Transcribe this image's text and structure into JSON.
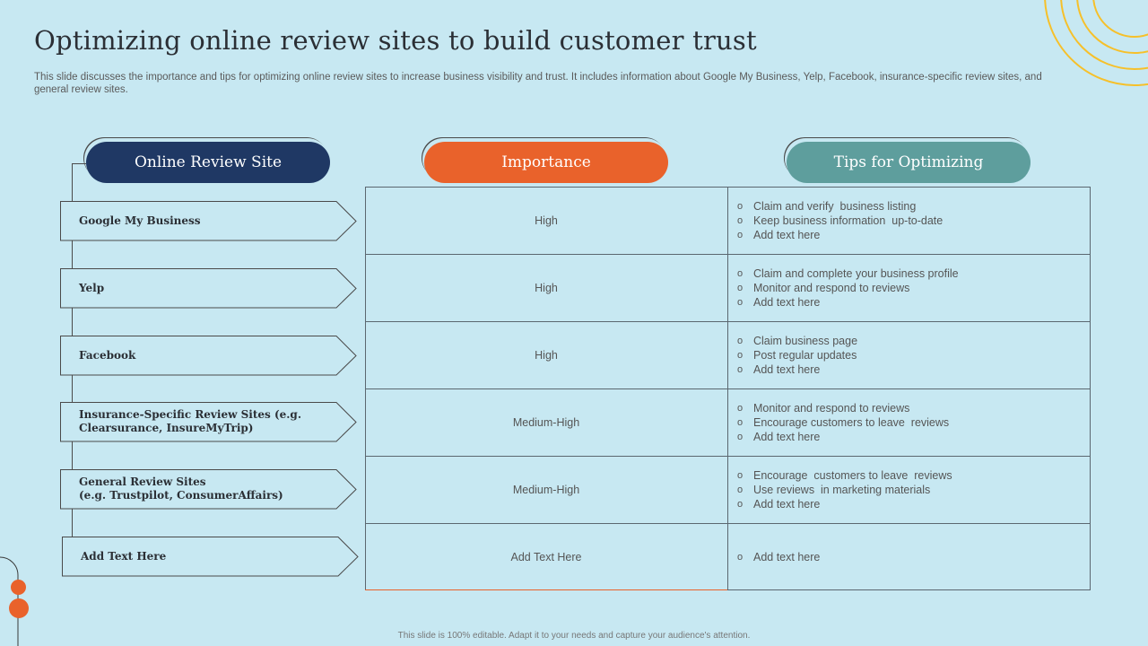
{
  "title": "Optimizing online review sites to build customer trust",
  "subtitle": "This slide discusses the importance and tips for optimizing online review sites to increase business visibility and trust. It includes information about Google My Business, Yelp, Facebook, insurance-specific review sites, and general review sites.",
  "headers": {
    "site": "Online Review Site",
    "importance": "Importance",
    "tips": "Tips for Optimizing"
  },
  "colors": {
    "background": "#c7e8f2",
    "site_header": "#1f3864",
    "importance_header": "#e9622b",
    "tips_header": "#5e9e9d",
    "decor_rings": "#f6c02a"
  },
  "rows": [
    {
      "site": "Google My Business",
      "importance": "High",
      "tips": [
        "Claim and verify  business listing",
        "Keep business information  up-to-date",
        "Add text here"
      ]
    },
    {
      "site": "Yelp",
      "importance": "High",
      "tips": [
        "Claim and complete your business profile",
        "Monitor and respond to reviews",
        "Add text here"
      ]
    },
    {
      "site": "Facebook",
      "importance": "High",
      "tips": [
        "Claim business page",
        "Post regular updates",
        "Add text here"
      ]
    },
    {
      "site": "Insurance-Specific Review Sites (e.g. Clearsurance, InsureMyTrip)",
      "importance": "Medium-High",
      "tips": [
        "Monitor and respond to reviews",
        "Encourage customers to leave  reviews",
        "Add text here"
      ]
    },
    {
      "site": "General Review Sites\n(e.g. Trustpilot, ConsumerAffairs)",
      "importance": "Medium-High",
      "tips": [
        "Encourage  customers to leave  reviews",
        "Use reviews  in marketing materials",
        "Add text here"
      ]
    },
    {
      "site": "Add Text Here",
      "importance": "Add Text Here",
      "tips": [
        "Add text here"
      ]
    }
  ],
  "bullet_glyph": "o",
  "footer": "This slide is 100% editable.  Adapt it to your needs and capture your audience's attention."
}
